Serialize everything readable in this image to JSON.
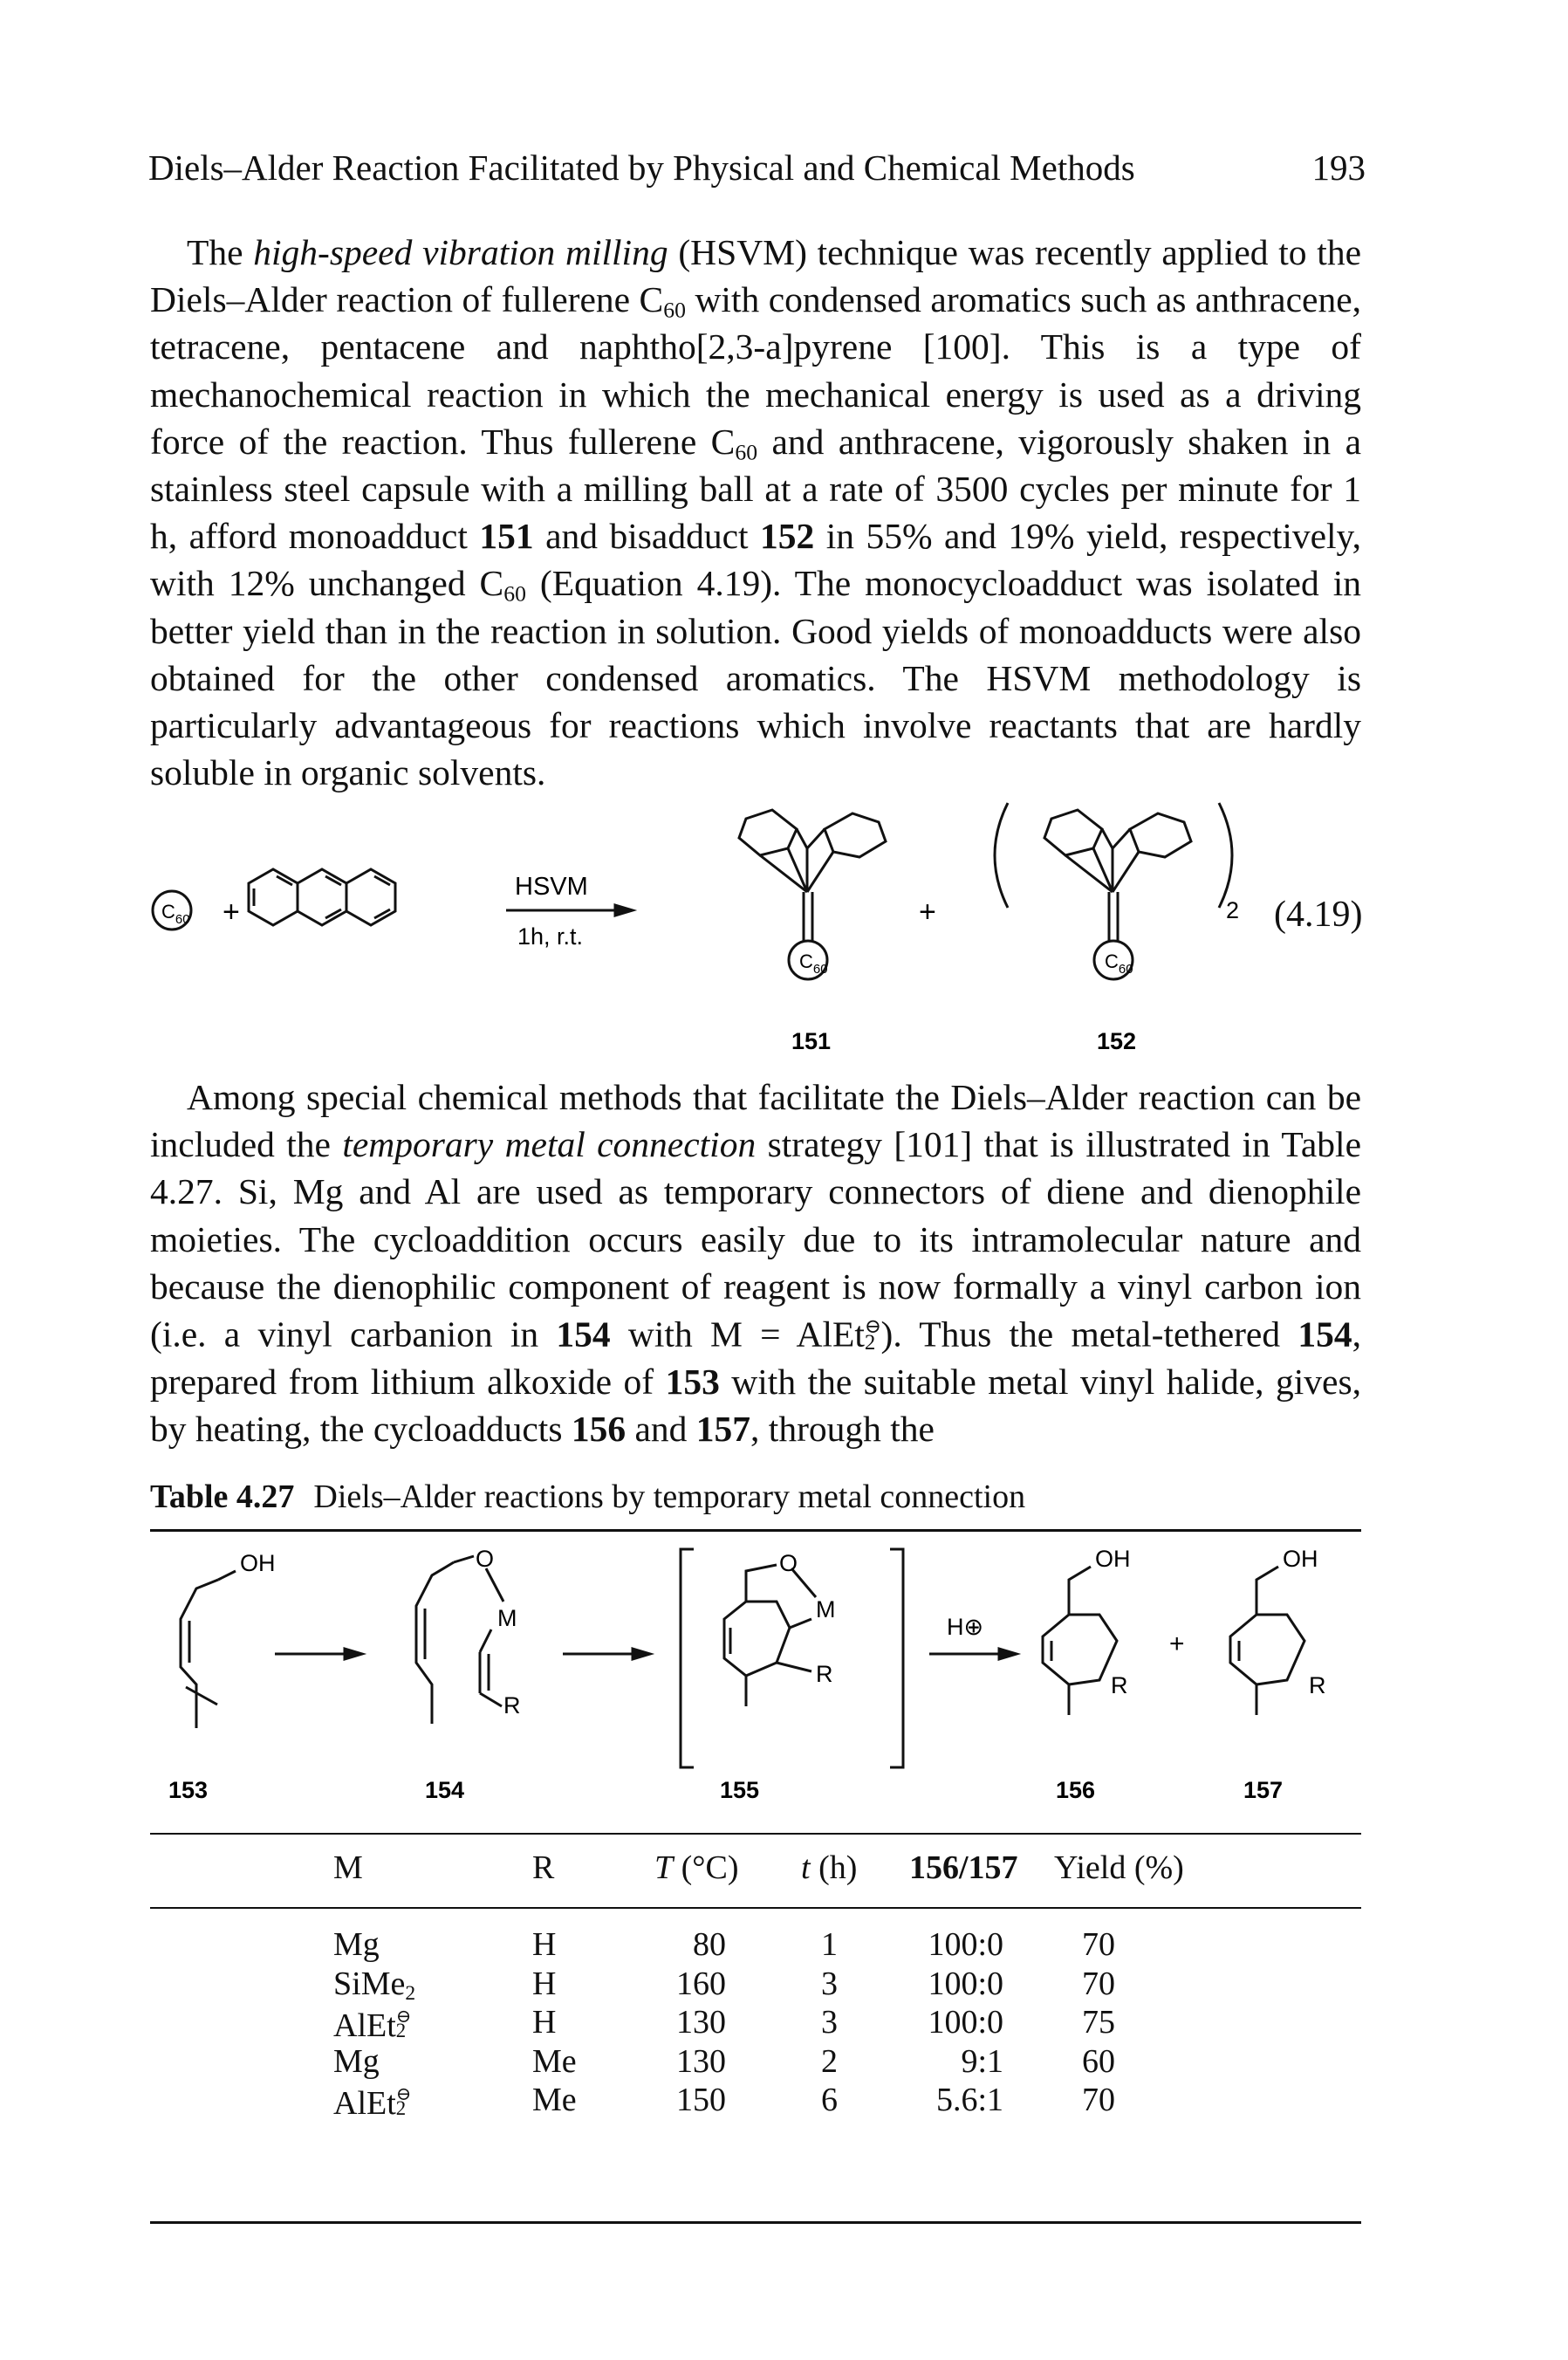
{
  "header": {
    "running_title": "Diels–Alder Reaction Facilitated by Physical and Chemical Methods",
    "page_number": "193"
  },
  "paragraph1": {
    "emph": "high-speed vibration milling",
    "after_emph": " (HSVM) technique was recently applied to the Diels–Alder reaction of fullerene C",
    "c60_sub": "60",
    "text2": " with condensed aromatics such as anthracene, tetracene, pentacene and naphtho[2,3-a]pyrene [100]. This is a type of mechanochemical reaction in which the mechanical energy is used as a driving force of the reaction. Thus fullerene C",
    "text3": " and anthracene, vigorously shaken in a stainless steel capsule with a milling ball at a rate of 3500 cycles per minute for 1 h, afford monoadduct ",
    "cmpd_151": "151",
    "text4": " and bisadduct ",
    "cmpd_152": "152",
    "text5": " in 55% and 19% yield, respectively, with 12% unchanged C",
    "text6": " (Equation 4.19). The monocycloadduct was isolated in better yield than in the reaction in solution. Good yields of monoadducts were also obtained for the other condensed aromatics. The HSVM methodology is particularly advantageous for reactions which involve reactants that are hardly soluble in organic solvents.",
    "lead": "The "
  },
  "equation": {
    "c60_label": "C",
    "c60_sub": "60",
    "plus": "+",
    "reagent": "HSVM",
    "conditions": "1h, r.t.",
    "bis_subscript": "2",
    "number": "(4.19)",
    "label_151": "151",
    "label_152": "152"
  },
  "paragraph2": {
    "lead": "Among special chemical methods that facilitate the Diels–Alder reaction can be included the ",
    "emph": "temporary metal connection",
    "text2": " strategy [101] that is illustrated in Table 4.27. Si, Mg and Al are used as temporary connectors of diene and dienophile moieties. The cycloaddition occurs easily due to its intramolecular nature and because the dienophilic component of reagent is now formally a vinyl carbon ion (i.e. a vinyl carbanion in ",
    "cmpd_154a": "154",
    "text3": " with M = AlEt",
    "alet_sup": "⊖",
    "alet_sub": "2",
    "text4": "). Thus the metal-tethered ",
    "cmpd_154b": "154",
    "text5": ", prepared from lithium alkoxide of ",
    "cmpd_153": "153",
    "text6": " with the suitable metal vinyl halide, gives, by heating, the cycloadducts ",
    "cmpd_156": "156",
    "text7": " and ",
    "cmpd_157": "157",
    "text8": ", through the"
  },
  "table": {
    "caption_num": "Table 4.27",
    "caption_text": "Diels–Alder reactions by temporary metal connection",
    "scheme": {
      "oh": "OH",
      "o": "O",
      "m": "M",
      "r": "R",
      "hplus": "H⊕",
      "plus": "+",
      "labels": [
        "153",
        "154",
        "155",
        "156",
        "157"
      ]
    },
    "headers": {
      "m": "M",
      "r": "R",
      "t_var": "T",
      "t_unit": " (°C)",
      "time_var": "t",
      "time_unit": " (h)",
      "ratio": "156/157",
      "yield": "Yield (%)"
    },
    "rows": [
      {
        "m_base": "Mg",
        "m_sub": "",
        "m_sup": "",
        "r": "H",
        "temp": "80",
        "time": "1",
        "ratio": "100:0",
        "yield": "70"
      },
      {
        "m_base": "SiMe",
        "m_sub": "2",
        "m_sup": "",
        "r": "H",
        "temp": "160",
        "time": "3",
        "ratio": "100:0",
        "yield": "70"
      },
      {
        "m_base": "AlEt",
        "m_sub": "2",
        "m_sup": "⊖",
        "r": "H",
        "temp": "130",
        "time": "3",
        "ratio": "100:0",
        "yield": "75"
      },
      {
        "m_base": "Mg",
        "m_sub": "",
        "m_sup": "",
        "r": "Me",
        "temp": "130",
        "time": "2",
        "ratio": "9:1",
        "yield": "60"
      },
      {
        "m_base": "AlEt",
        "m_sub": "2",
        "m_sup": "⊖",
        "r": "Me",
        "temp": "150",
        "time": "6",
        "ratio": "5.6:1",
        "yield": "70"
      }
    ]
  }
}
